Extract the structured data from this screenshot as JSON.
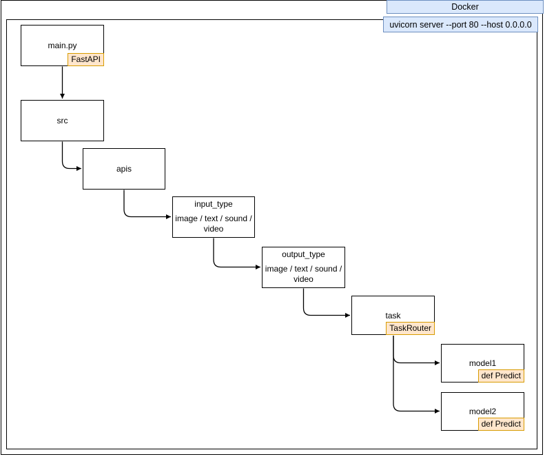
{
  "docker": {
    "title": "Docker",
    "command": "uvicorn server --port 80 --host 0.0.0.0"
  },
  "nodes": {
    "main_py": {
      "label": "main.py",
      "badge": "FastAPI"
    },
    "src": {
      "label": "src"
    },
    "apis": {
      "label": "apis"
    },
    "input_type": {
      "title": "input_type",
      "body": "image / text / sound / video"
    },
    "output_type": {
      "title": "output_type",
      "body": "image / text / sound / video"
    },
    "task": {
      "label": "task",
      "badge": "TaskRouter"
    },
    "model1": {
      "label": "model1",
      "badge": "def Predict"
    },
    "model2": {
      "label": "model2",
      "badge": "def Predict"
    }
  },
  "edges": [
    {
      "from": "main.py",
      "to": "src"
    },
    {
      "from": "src",
      "to": "apis"
    },
    {
      "from": "apis",
      "to": "input_type"
    },
    {
      "from": "input_type",
      "to": "output_type"
    },
    {
      "from": "output_type",
      "to": "task"
    },
    {
      "from": "task",
      "to": "model1"
    },
    {
      "from": "task",
      "to": "model2"
    }
  ],
  "colors": {
    "node_fill": "#ffffff",
    "node_border": "#000000",
    "badge_fill": "#ffe6cc",
    "badge_border": "#d79b00",
    "label_fill": "#dae8fc",
    "label_border": "#6c8ebf"
  }
}
